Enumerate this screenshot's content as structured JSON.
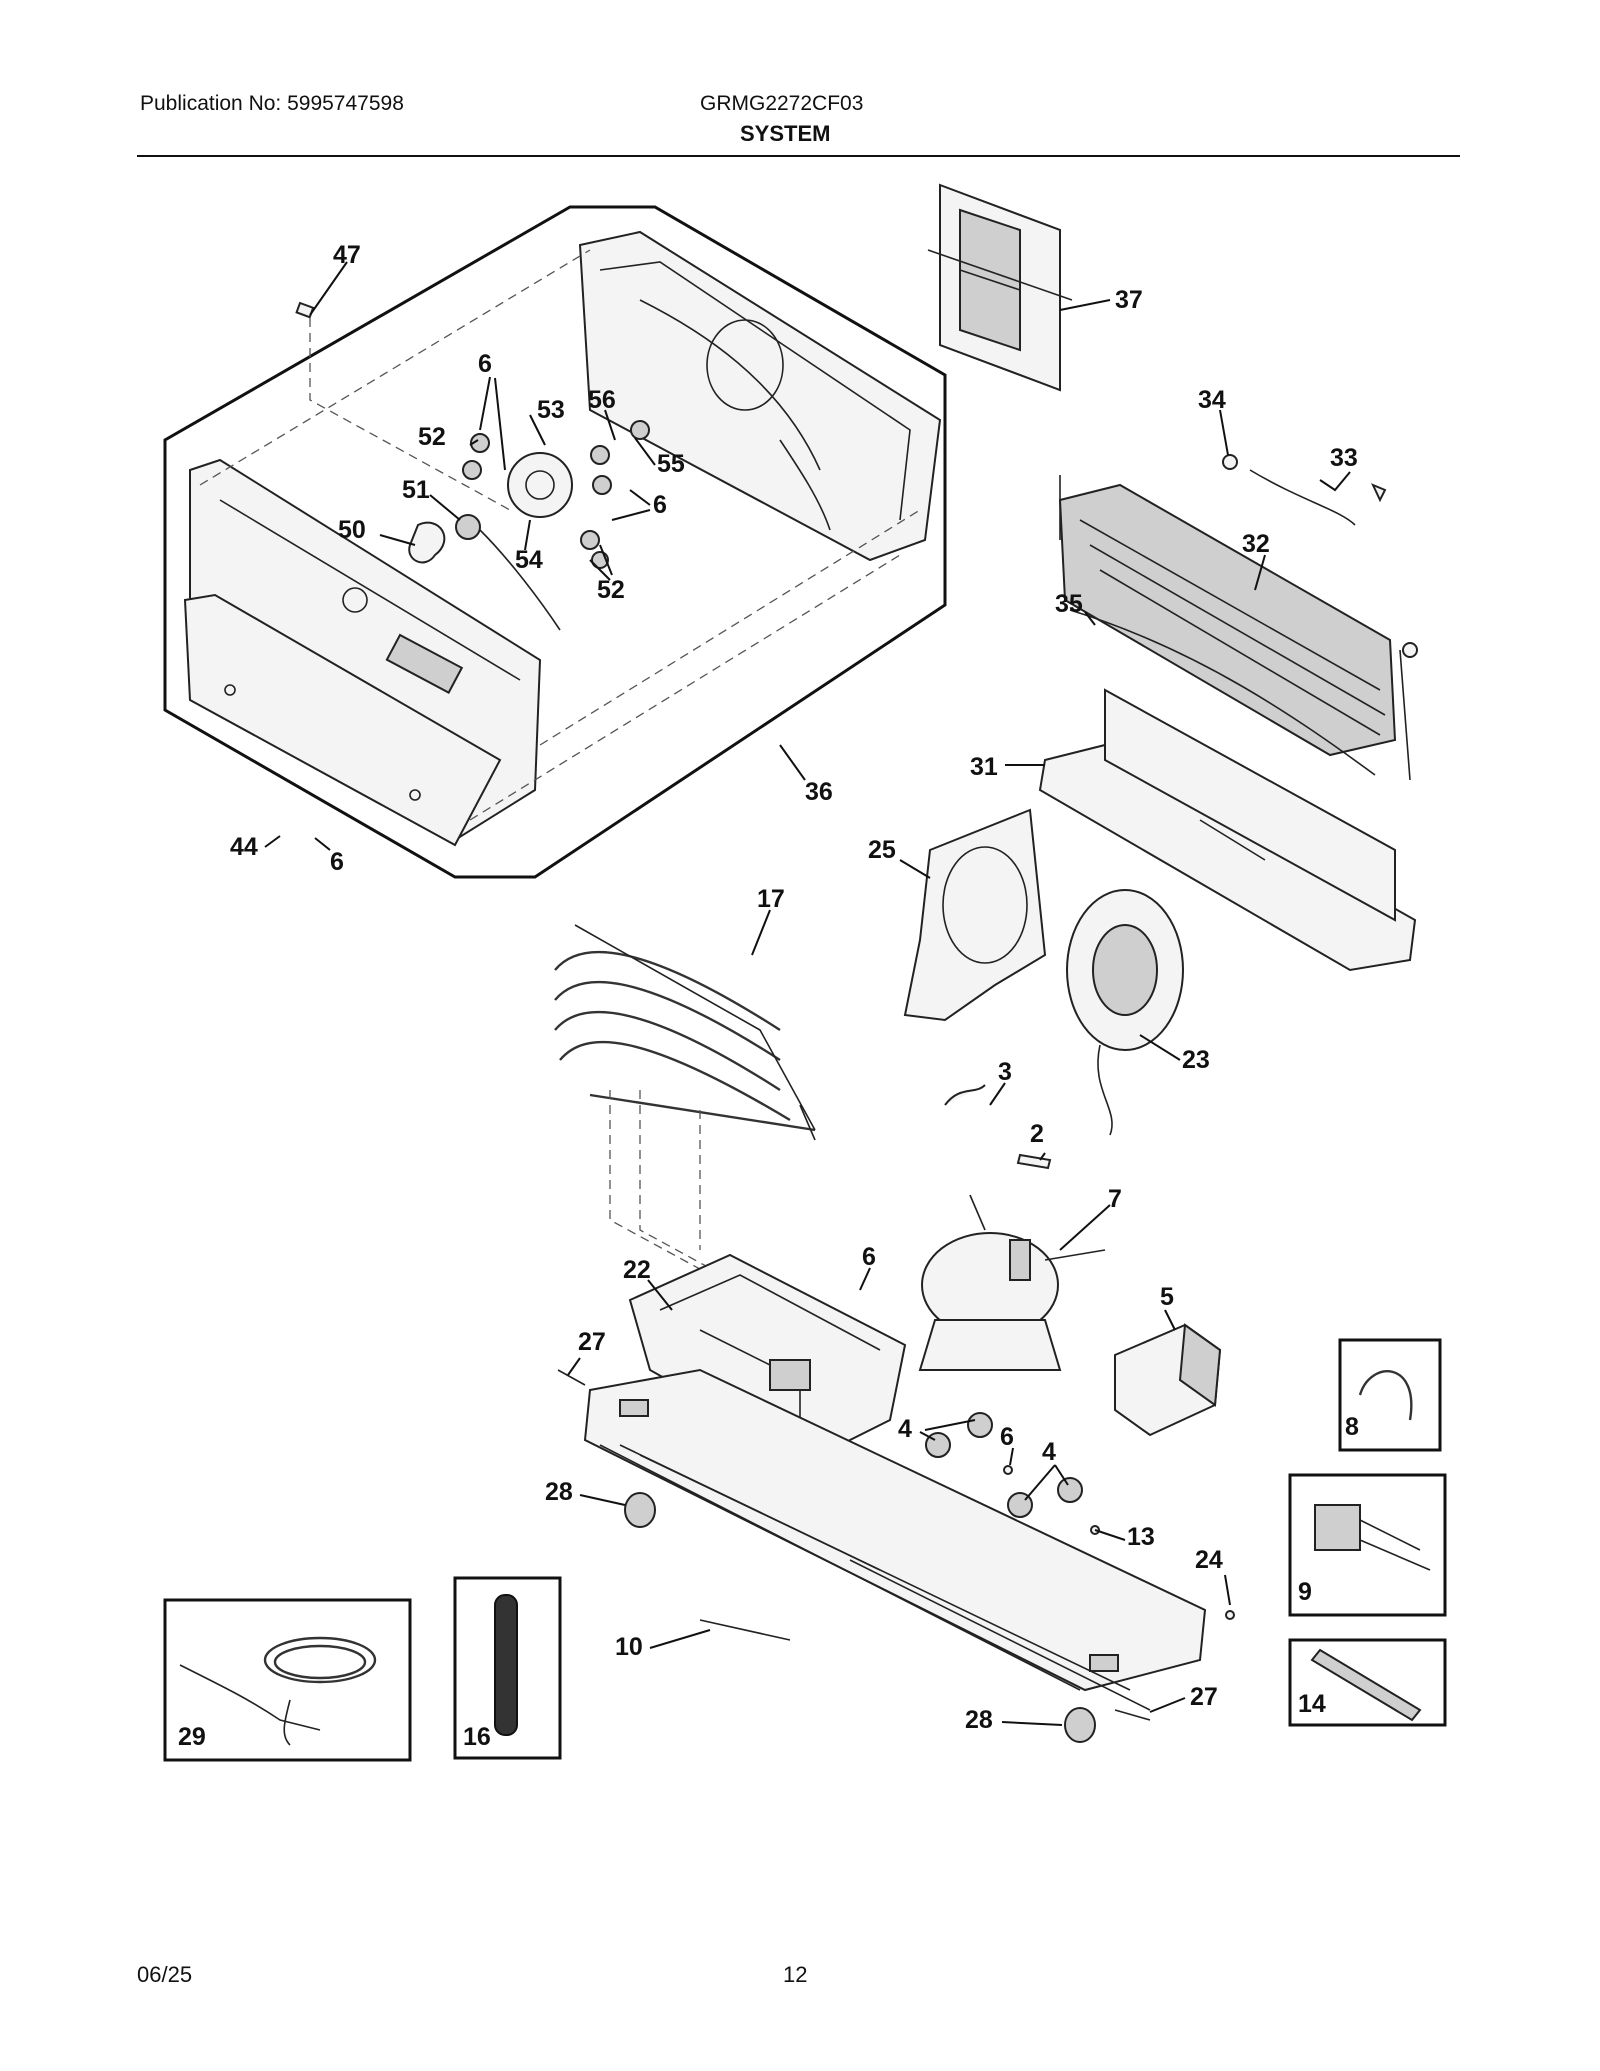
{
  "header": {
    "publication": "Publication No: 5995747598",
    "model": "GRMG2272CF03",
    "section": "SYSTEM"
  },
  "footer": {
    "date": "06/25",
    "page": "12"
  },
  "callouts": {
    "c47": "47",
    "c6a": "6",
    "c53": "53",
    "c56": "56",
    "c52a": "52",
    "c55": "55",
    "c51": "51",
    "c6b": "6",
    "c50": "50",
    "c54": "54",
    "c52b": "52",
    "c36": "36",
    "c44": "44",
    "c6c": "6",
    "c37": "37",
    "c34": "34",
    "c33": "33",
    "c32": "32",
    "c35": "35",
    "c31": "31",
    "c25": "25",
    "c17": "17",
    "c23": "23",
    "c3": "3",
    "c2": "2",
    "c7": "7",
    "c22": "22",
    "c6d": "6",
    "c27a": "27",
    "c5": "5",
    "c8": "8",
    "c4a": "4",
    "c6e": "6",
    "c4b": "4",
    "c28a": "28",
    "c13": "13",
    "c24": "24",
    "c9": "9",
    "c10": "10",
    "c27b": "27",
    "c14": "14",
    "c28b": "28",
    "c29": "29",
    "c16": "16"
  }
}
